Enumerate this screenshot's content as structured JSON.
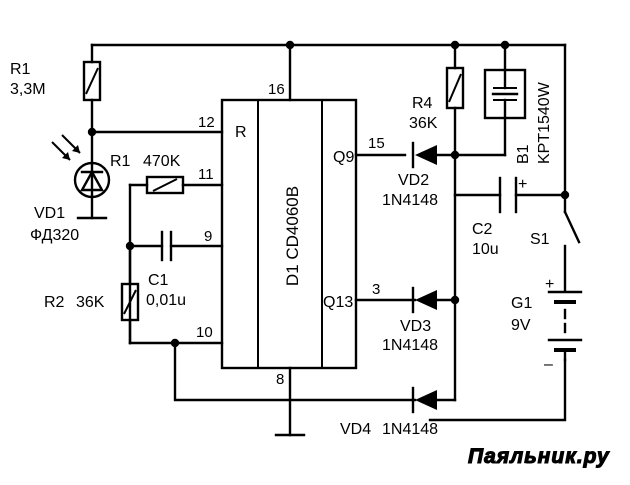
{
  "components": {
    "r1_top": {
      "ref": "R1",
      "value": "3,3M"
    },
    "r1_mid": {
      "ref": "R1",
      "value": "470K"
    },
    "r2": {
      "ref": "R2",
      "value": "36K"
    },
    "r4": {
      "ref": "R4",
      "value": "36K"
    },
    "c1": {
      "ref": "C1",
      "value": "0,01u"
    },
    "c2": {
      "ref": "C2",
      "value": "10u"
    },
    "vd1": {
      "ref": "VD1",
      "value": "ФД320"
    },
    "vd2": {
      "ref": "VD2",
      "value": "1N4148"
    },
    "vd3": {
      "ref": "VD3",
      "value": "1N4148"
    },
    "vd4": {
      "ref": "VD4",
      "value": "1N4148"
    },
    "b1": {
      "ref": "B1",
      "value": "KPT1540W"
    },
    "s1": {
      "ref": "S1"
    },
    "g1": {
      "ref": "G1",
      "value": "9V"
    },
    "d1": {
      "label": "D1 CD4060B"
    }
  },
  "ic_pins": {
    "reset_name": "R",
    "q9_name": "Q9",
    "q13_name": "Q13",
    "p16": "16",
    "p12": "12",
    "p11": "11",
    "p9": "9",
    "p10": "10",
    "p8": "8",
    "p15": "15",
    "p3": "3"
  },
  "polarity": {
    "c2_plus": "+",
    "g1_plus": "+",
    "g1_minus": "–"
  },
  "watermark": "Паяльник.ру"
}
